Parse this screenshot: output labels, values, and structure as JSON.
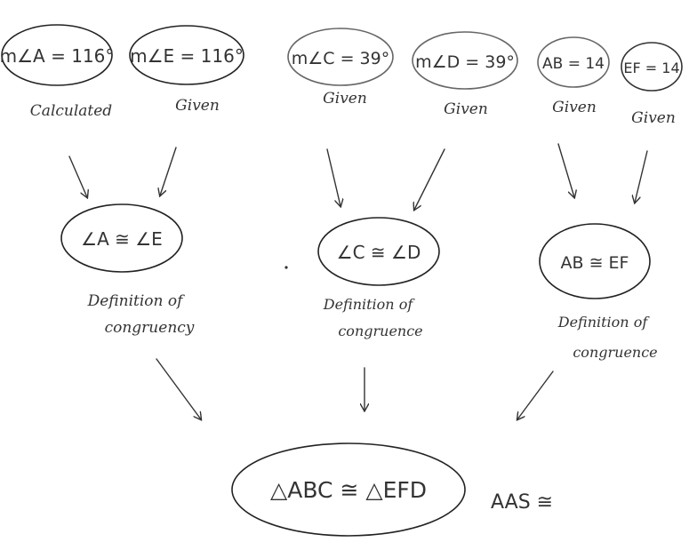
{
  "colors": {
    "ink": "#222222",
    "ink_light": "#555555",
    "paper": "#ffffff"
  },
  "top_row": [
    {
      "statement": "m∠A = 116°",
      "reason": "Calculated"
    },
    {
      "statement": "m∠E = 116°",
      "reason": "Given"
    },
    {
      "statement": "m∠C = 39°",
      "reason": "Given"
    },
    {
      "statement": "m∠D = 39°",
      "reason": "Given"
    },
    {
      "statement": "AB = 14",
      "reason": "Given"
    },
    {
      "statement": "EF = 14",
      "reason": "Given"
    }
  ],
  "middle_row": [
    {
      "statement": "∠A ≅ ∠E",
      "reason_line1": "Definition of",
      "reason_line2": "congruency"
    },
    {
      "statement": "∠C ≅ ∠D",
      "reason_line1": "Definition of",
      "reason_line2": "congruence"
    },
    {
      "statement": "AB ≅ EF",
      "reason_line1": "Definition of",
      "reason_line2": "congruence"
    }
  ],
  "conclusion": {
    "statement": "△ABC ≅ △EFD",
    "reason": "AAS ≅"
  }
}
